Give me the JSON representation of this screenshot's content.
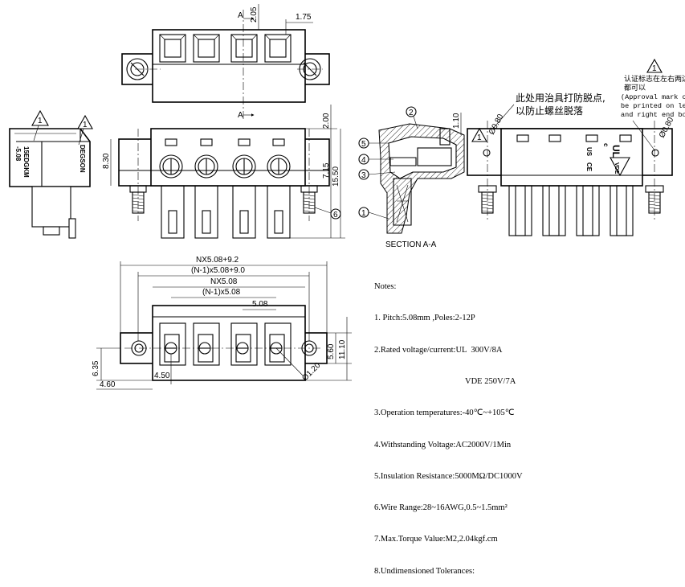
{
  "section_label": "SECTION A-A",
  "section_marks": [
    "A",
    "A"
  ],
  "dims": {
    "top_height": "2.05",
    "top_width": "1.75",
    "body_height": "8.30",
    "right_height_a": "2.00",
    "right_height_b": "7.15",
    "right_height_c": "15.50",
    "section_height": "1.10",
    "hole_a": "Ø0.80",
    "hole_b": "Ø0.80",
    "bottom_nx_a": "NX5.08+9.2",
    "bottom_nx_b": "(N-1)x5.08+9.0",
    "bottom_nx_c": "NX5.08",
    "bottom_nx_d": "(N-1)x5.08",
    "pitch": "5.08",
    "h_560": "5.60",
    "h_1110": "11.10",
    "h_635": "6.35",
    "w_460": "4.60",
    "w_450": "4.50",
    "dia_120": "Ø1.20"
  },
  "callouts": [
    "1",
    "2",
    "3",
    "4",
    "5",
    "6"
  ],
  "warning_marks": [
    "1",
    "1",
    "1"
  ],
  "annotation_cn": {
    "line1": "此处用治具打防脱点,",
    "line2": "以防止螺丝脱落"
  },
  "approval": {
    "cn": "认证标志在左右两边",
    "cn2": "都可以",
    "en1": "(Approval mark can",
    "en2": "be printed on left",
    "en3": "and right end both)"
  },
  "side_print": {
    "left_text": "15EDGKM",
    "left_sub": "-5.08",
    "right_text": "DEGSON"
  },
  "marks": {
    "ul": "UL",
    "us": "US",
    "c": "c",
    "ce": "CE",
    "vde": "VDE"
  },
  "notes": {
    "title": "Notes:",
    "items": [
      "1. Pitch:5.08mm ,Poles:2-12P",
      "2.Rated voltage/current:UL  300V/8A",
      "VDE 250V/7A",
      "3.Operation temperatures:-40℃~+105℃",
      "4.Withstanding Voltage:AC2000V/1Min",
      "5.Insulation Resistance:5000MΩ/DC1000V",
      "6.Wire Range:28~16AWG,0.5~1.5mm²",
      "7.Max.Torque Value:M2,2.04kgf.cm",
      "8.Undimensioned Tolerances:"
    ]
  }
}
